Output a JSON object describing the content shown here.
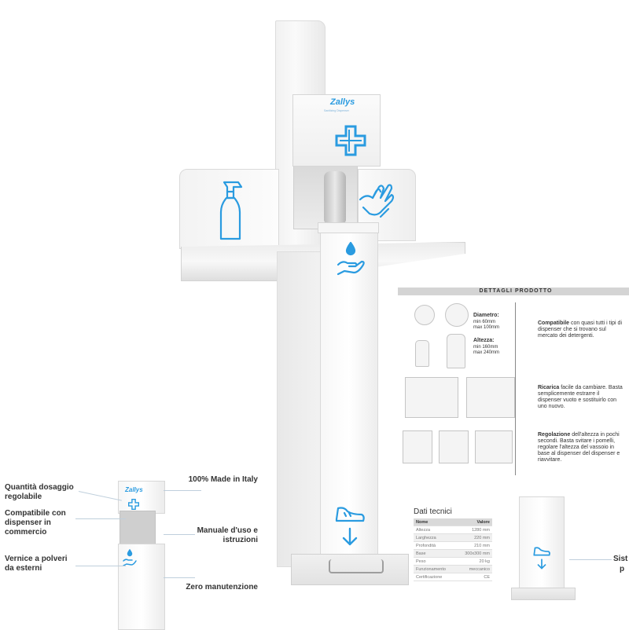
{
  "brand": {
    "name": "Zallys",
    "tagline": "Sanitizing Dispenser"
  },
  "icons": {
    "medical_cross": "medical-cross-icon",
    "spray_bottle": "spray-bottle-icon",
    "glove": "glove-icon",
    "hand_drop": "hand-drop-icon",
    "foot_pedal": "foot-icon",
    "arrow_down": "arrow-down-icon"
  },
  "colors": {
    "accent": "#2a9be0"
  },
  "spec_sheet": {
    "title": "DETTAGLI PRODOTTO",
    "diameter_label": "Diametro:",
    "diameter_min": "min   60mm",
    "diameter_max": "max  100mm",
    "height_label": "Altezza:",
    "height_min": "min   160mm",
    "height_max": "max  240mm",
    "compat_bold": "Compatibile",
    "compat_text": "con quasi tutti i tipi di dispenser che si trovano sul mercato dei detergenti.",
    "refill_bold": "Ricarica",
    "refill_text": "facile da cambiare. Basta semplicemente estrarre il dispenser vuoto e sostituirlo con uno nuovo.",
    "adjust_bold": "Regolazione",
    "adjust_text": "dell'altezza in pochi secondi. Basta svitare i pomelli, regolare l'altezza del vassoio in base al dispenser del dispenser e riavvitare."
  },
  "features_left": {
    "dose": "Quantità dosaggio regolabile",
    "compatible": "Compatibile con dispenser in commercio",
    "paint": "Vernice a polveri da esterni"
  },
  "features_right": {
    "made_in": "100% Made in Italy",
    "manual": "Manuale d'uso e istruzioni",
    "maintenance": "Zero manutenzione"
  },
  "tech_table": {
    "title": "Dati tecnici",
    "headers": [
      "Nome",
      "Valore"
    ],
    "rows": [
      [
        "Altezza",
        "1280 mm"
      ],
      [
        "Larghezza",
        "220 mm"
      ],
      [
        "Profondità",
        "210 mm"
      ],
      [
        "Base",
        "300x300 mm"
      ],
      [
        "Peso",
        "20 kg"
      ],
      [
        "Funzionamento",
        "meccanico"
      ],
      [
        "Certificazione",
        "CE"
      ]
    ]
  },
  "right_cut_label": {
    "line1": "Sist",
    "line2": "p"
  }
}
